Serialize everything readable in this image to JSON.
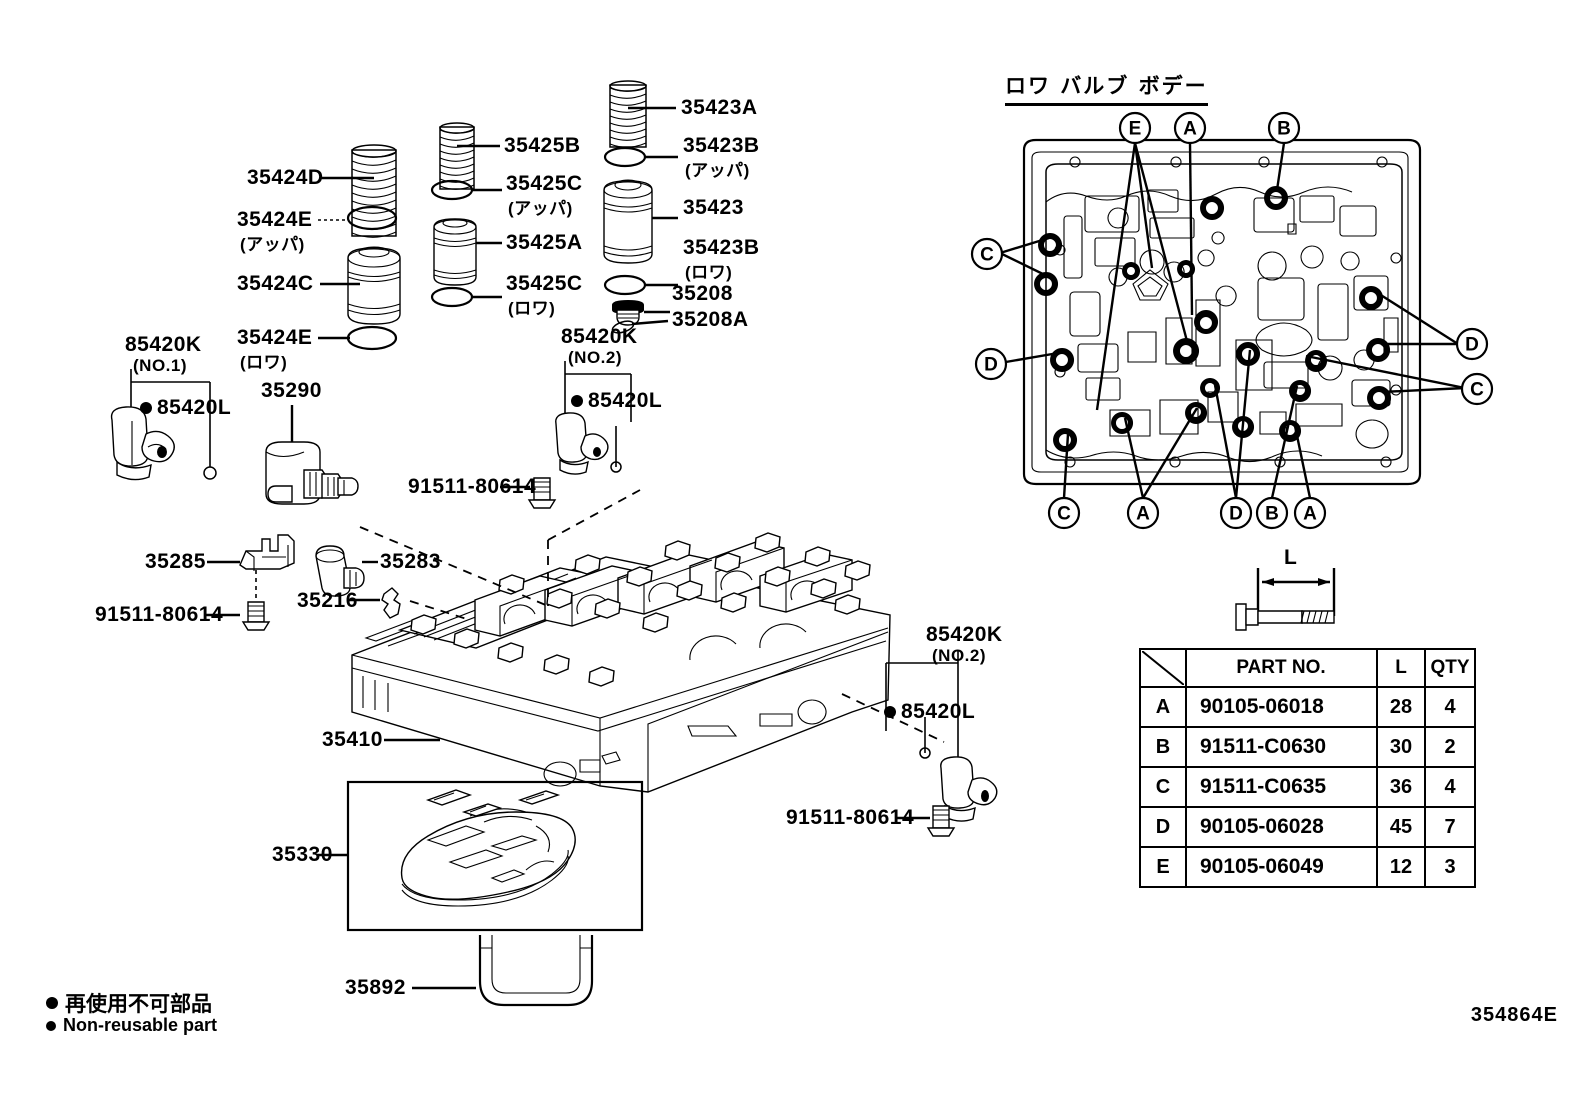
{
  "diagram": {
    "code": "354864E",
    "title_jp": "ロワ バルブ ボデー",
    "legend": [
      {
        "symbol": "●",
        "text": "再使用不可部品"
      },
      {
        "symbol": "●",
        "text": "Non-reusable part"
      }
    ]
  },
  "parts": {
    "col_35424": {
      "spring": "35424D",
      "oring_upper": "35424E",
      "oring_upper_sub": "(アッパ)",
      "body": "35424C",
      "oring_lower": "35424E",
      "oring_lower_sub": "(ロワ)"
    },
    "col_35425": {
      "spring": "35425B",
      "oring_upper": "35425C",
      "oring_upper_sub": "(アッパ)",
      "body": "35425A",
      "oring_lower": "35425C",
      "oring_lower_sub": "(ロワ)"
    },
    "col_35423": {
      "spring": "35423A",
      "oring_upper": "35423B",
      "oring_upper_sub": "(アッパ)",
      "body": "35423",
      "oring_lower": "35423B",
      "oring_lower_sub": "(ロワ)",
      "plug": "35208",
      "plug_seal": "35208A"
    },
    "solenoid_no1": {
      "label": "85420K",
      "sub": "(NO.1)",
      "nonreusable": "85420L"
    },
    "solenoid_no2_upper": {
      "label": "85420K",
      "sub": "(NO.2)",
      "nonreusable": "85420L"
    },
    "solenoid_no2_lower": {
      "label": "85420K",
      "sub": "(NO.2)",
      "nonreusable": "85420L"
    },
    "speed_sensor": "35290",
    "bracket": "35285",
    "sleeve": "35283",
    "clip": "35216",
    "valve_body": "35410",
    "strainer": "35330",
    "tube": "35892",
    "bolts": [
      "91511-80614",
      "91511-80614",
      "91511-80614"
    ]
  },
  "bolt_table": {
    "headers": [
      "",
      "PART NO.",
      "L",
      "QTY"
    ],
    "rows": [
      {
        "key": "A",
        "part_no": "90105-06018",
        "l": "28",
        "qty": "4"
      },
      {
        "key": "B",
        "part_no": "91511-C0630",
        "l": "30",
        "qty": "2"
      },
      {
        "key": "C",
        "part_no": "91511-C0635",
        "l": "36",
        "qty": "4"
      },
      {
        "key": "D",
        "part_no": "90105-06028",
        "l": "45",
        "qty": "7"
      },
      {
        "key": "E",
        "part_no": "90105-06049",
        "l": "12",
        "qty": "3"
      }
    ],
    "dimension_label": "L"
  },
  "callouts": {
    "top": [
      "E",
      "A",
      "B"
    ],
    "left": [
      "C",
      "D"
    ],
    "bottom": [
      "C",
      "A",
      "D",
      "B",
      "A"
    ],
    "right": [
      "D",
      "C"
    ]
  }
}
